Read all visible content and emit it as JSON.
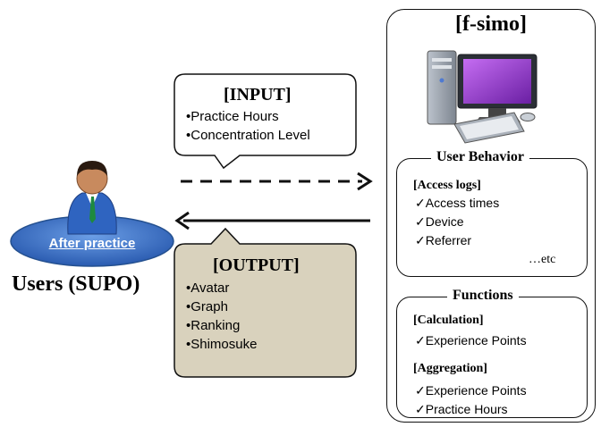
{
  "server": {
    "title": "[f-simo]",
    "behavior": {
      "title": "User Behavior",
      "access_logs_heading": "[Access logs]",
      "items": [
        "✓Access times",
        "✓Device",
        "✓Referrer"
      ],
      "etc": "…etc"
    },
    "functions": {
      "title": "Functions",
      "calculation_heading": "[Calculation]",
      "calculation_items": [
        "✓Experience Points"
      ],
      "aggregation_heading": "[Aggregation]",
      "aggregation_items": [
        "✓Experience Points",
        "✓Practice Hours"
      ]
    }
  },
  "input": {
    "title": "[INPUT]",
    "items": [
      "•Practice Hours",
      "•Concentration Level"
    ]
  },
  "output": {
    "title": "[OUTPUT]",
    "items": [
      "•Avatar",
      "•Graph",
      "•Ranking",
      "•Shimosuke"
    ]
  },
  "user": {
    "platform_label": "After practice",
    "label": "Users (SUPO)"
  },
  "colors": {
    "output_fill": "#d9d2bd",
    "platform_blue": "#3a6fc4",
    "screen_purple": "#8a3cc0"
  }
}
